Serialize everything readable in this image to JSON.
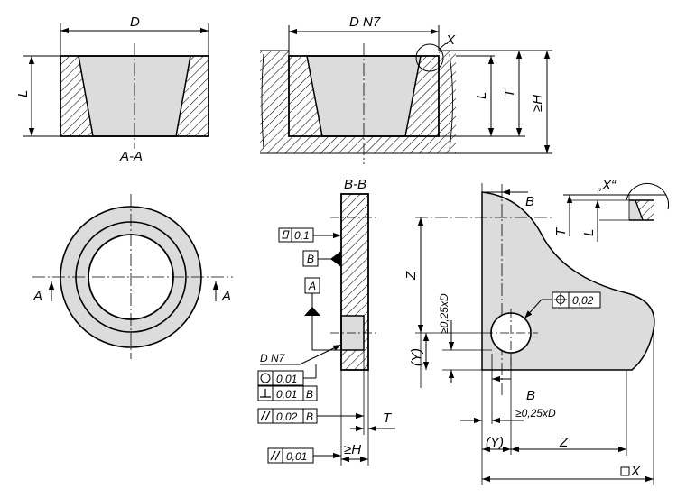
{
  "view_top_left": {
    "dim_D": "D",
    "dim_L": "L",
    "section": "A-A"
  },
  "view_top_right": {
    "dim_DN7": "D N7",
    "detail_X": "X",
    "dim_L": "L",
    "dim_T": "T",
    "dim_H": "≥H"
  },
  "view_circle": {
    "arrow_left": "A",
    "arrow_right": "A"
  },
  "view_section_bb": {
    "section": "B-B",
    "flatness_value": "0,1",
    "datum_B": "B",
    "datum_A": "A",
    "dim_DN7": "D N7",
    "roundness_value": "0,01",
    "perp_value": "0,01",
    "perp_datum": "B",
    "parallel_value": "0,02",
    "parallel_datum": "B",
    "dim_T": "T",
    "parallel2_value": "0,01",
    "dim_H": "≥H"
  },
  "view_plate": {
    "detail_label": "„X“",
    "detail_T": "T",
    "detail_L": "L",
    "dim_B_top": "B",
    "dim_Z_vert": "Z",
    "dim_025_vert": "≥0,25xD",
    "dim_Y_vert": "(Y)",
    "position_value": "0,02",
    "dim_B_bottom": "B",
    "dim_025_horiz": "≥0,25xD",
    "dim_Y_horiz": "(Y)",
    "dim_Z_horiz": "Z",
    "square_X": "X"
  },
  "colors": {
    "fill_gray": "#dcdcdc",
    "line": "#000000"
  }
}
